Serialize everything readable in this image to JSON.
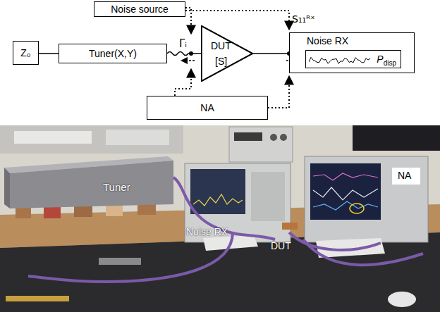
{
  "diagram": {
    "nodes": [
      {
        "text": [
          "Noise source"
        ]
      },
      {
        "text": [
          "Z₀"
        ]
      },
      {
        "text": [
          "Tuner(X,Y)"
        ]
      },
      {
        "text": [
          "DUT",
          "[S]"
        ]
      },
      {
        "text": [
          "Noise RX",
          "P",
          "disp"
        ]
      },
      {
        "text": [
          "NA"
        ]
      }
    ],
    "edges": [
      {
        "from": 1,
        "to": 2,
        "arrow": "none"
      },
      {
        "from": 2,
        "to": 3,
        "arrow": "none"
      },
      {
        "from": 3,
        "to": 4,
        "arrow": "none"
      },
      {
        "from": 0,
        "to": 3,
        "arrow": "to"
      },
      {
        "from": 0,
        "to": 4,
        "arrow": "to"
      },
      {
        "from": 5,
        "to": 3,
        "arrow": "to"
      },
      {
        "from": 5,
        "to": 4,
        "arrow": "to"
      }
    ],
    "labels": [
      "Γᵢ",
      "S₁₁ᴿˣ",
      "Tuner",
      "Noise RX",
      "DUT",
      "NA"
    ]
  }
}
